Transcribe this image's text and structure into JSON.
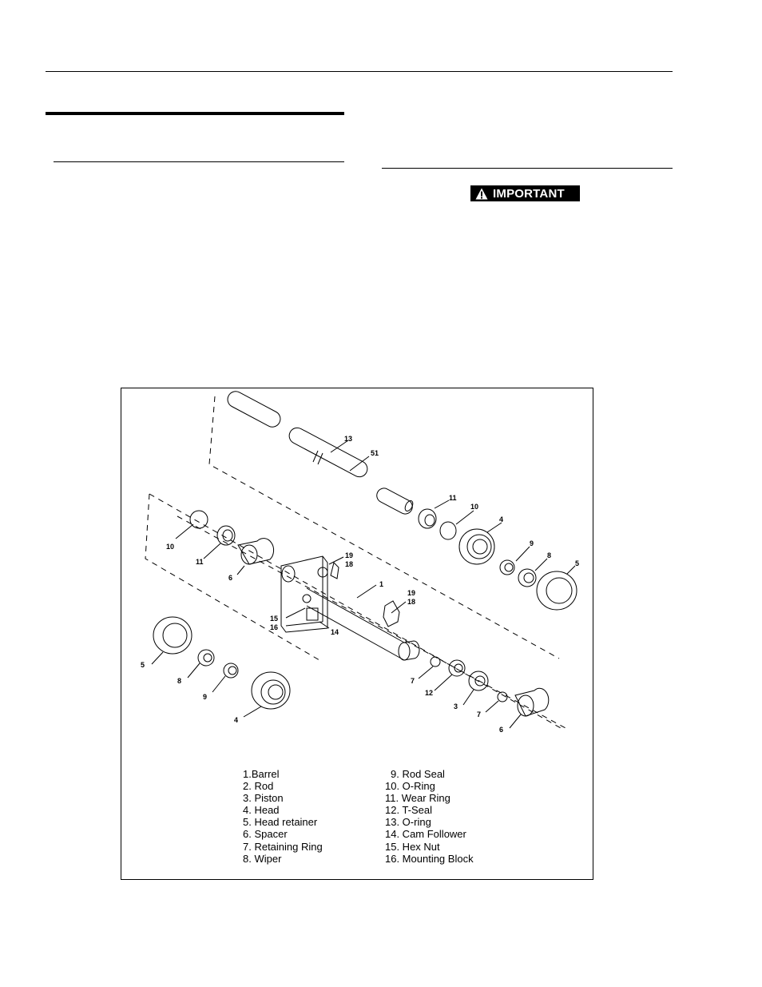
{
  "badge": {
    "label": "IMPORTANT",
    "icon": "warning-triangle-icon"
  },
  "callouts": {
    "rod_seal_13": "13",
    "rod_seal_51": "51",
    "top_11": "11",
    "top_10": "10",
    "top_4": "4",
    "top_9": "9",
    "top_8": "8",
    "top_5": "5",
    "left_10": "10",
    "left_11": "11",
    "left_6": "6",
    "block_19": "19",
    "block_18": "18",
    "barrel_1": "1",
    "fit_19": "19",
    "fit_18": "18",
    "hex_15": "15",
    "mount_16": "16",
    "cam_14": "14",
    "bot_5": "5",
    "bot_8": "8",
    "bot_9": "9",
    "bot_4": "4",
    "r_7a": "7",
    "r_12": "12",
    "r_3": "3",
    "r_7b": "7",
    "r_6": "6"
  },
  "legend": {
    "left": [
      "1.Barrel",
      "2. Rod",
      "3. Piston",
      "4. Head",
      "5. Head retainer",
      "6. Spacer",
      "7. Retaining Ring",
      "8. Wiper"
    ],
    "right": [
      "9. Rod Seal",
      "10. O-Ring",
      "11. Wear Ring",
      "12. T-Seal",
      "13. O-ring",
      "14. Cam Follower",
      "15. Hex Nut",
      "16. Mounting Block"
    ]
  }
}
